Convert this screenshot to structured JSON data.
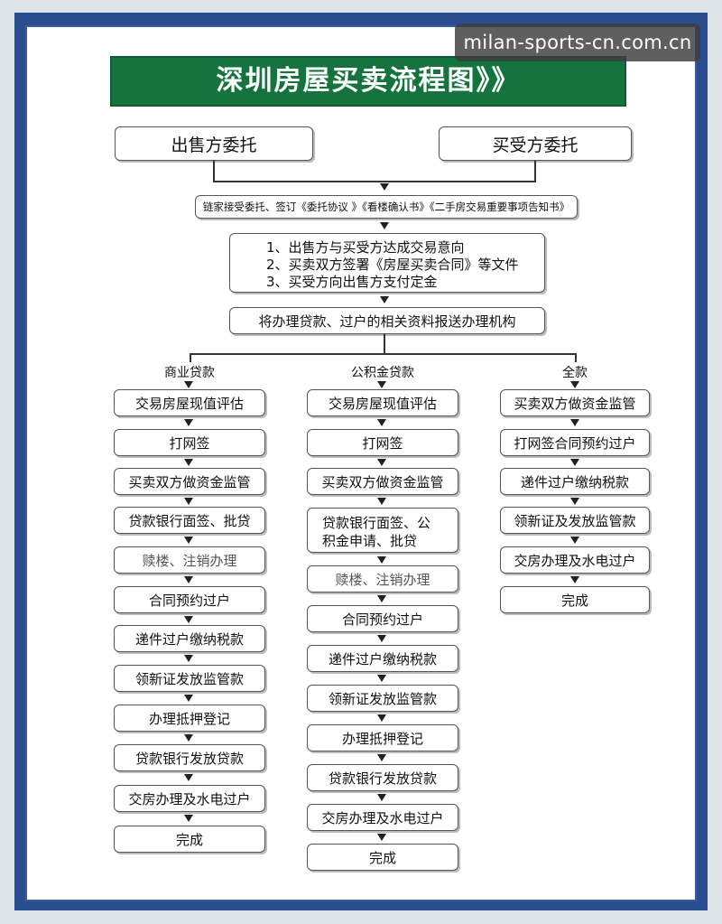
{
  "watermark": "milan-sports-cn.com.cn",
  "title": "深圳房屋买卖流程图》》",
  "top": {
    "seller": "出售方委托",
    "buyer": "买受方委托",
    "step1": "链家接受委托、签订《委托协议 》《看楼确认书》《二手房交易重要事项告知书》",
    "step2": [
      "1、出售方与买受方达成交易意向",
      "2、买卖双方签署《房屋买卖合同》等文件",
      "3、买受方向出售方支付定金"
    ],
    "step3": "将办理贷款、过户的相关资料报送办理机构"
  },
  "columns": {
    "commercial": {
      "label": "商业贷款",
      "steps": [
        "交易房屋现值评估",
        "打网签",
        "买卖双方做资金监管",
        "贷款银行面签、批贷",
        "赎楼、注销办理",
        "合同预约过户",
        "递件过户缴纳税款",
        "领新证发放监管款",
        "办理抵押登记",
        "贷款银行发放贷款",
        "交房办理及水电过户",
        "完成"
      ]
    },
    "provident": {
      "label": "公积金贷款",
      "steps": [
        "交易房屋现值评估",
        "打网签",
        "买卖双方做资金监管",
        "贷款银行面签、公积金申请、批贷",
        "赎楼、注销办理",
        "合同预约过户",
        "递件过户缴纳税款",
        "领新证发放监管款",
        "办理抵押登记",
        "贷款银行发放贷款",
        "交房办理及水电过户",
        "完成"
      ]
    },
    "full": {
      "label": "全款",
      "steps": [
        "买卖双方做资金监管",
        "打网签合同预约过户",
        "递件过户缴纳税款",
        "领新证及发放监管款",
        "交房办理及水电过户",
        "完成"
      ]
    }
  },
  "colors": {
    "title_bg": "#15743e",
    "frame": "#2a4d8f"
  }
}
